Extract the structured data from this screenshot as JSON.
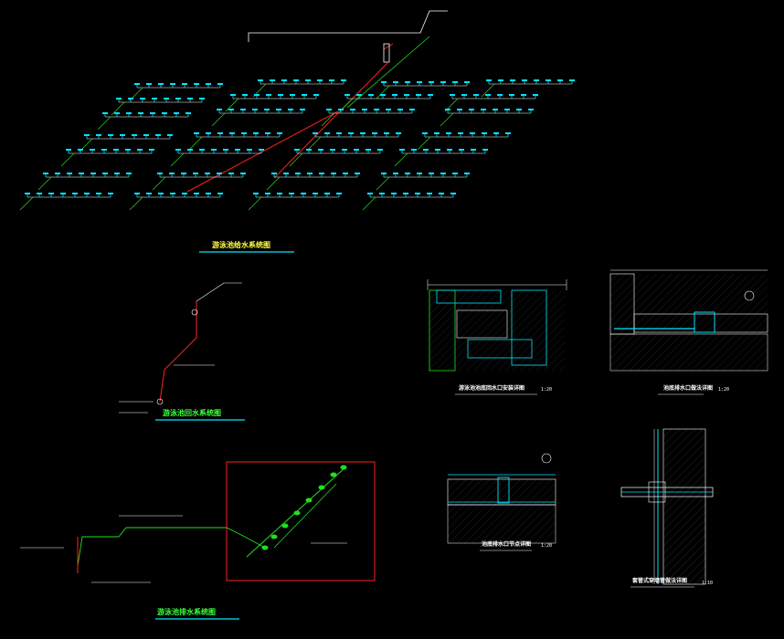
{
  "titles": {
    "supply_system": "游泳池给水系统图",
    "return_system": "游泳池回水系统图",
    "drain_system": "游泳池排水系统图",
    "detail_a": "游泳池池底回水口安装详图",
    "detail_b": "池底排水口做法详图",
    "detail_c": "池底排水口节点详图",
    "detail_d": "套管式穿墙管做法详图"
  },
  "scales": {
    "detail_a": "1:20",
    "detail_b": "1:20",
    "detail_c": "1:20",
    "detail_d": "1:10"
  },
  "colors": {
    "background": "#000000",
    "pipe_red": "#ff2020",
    "pipe_green": "#20e020",
    "fixture_cyan": "#00e5ff",
    "title_yellow": "#ffff3c",
    "title_green": "#3cff3c",
    "frame_red": "#ff2020",
    "line_white": "#ffffff"
  }
}
